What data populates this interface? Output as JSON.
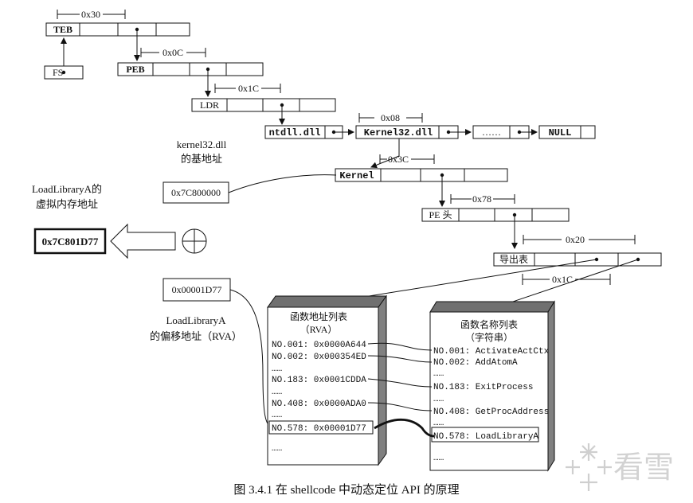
{
  "offsets": {
    "teb": "0x30",
    "peb": "0x0C",
    "ldr": "0x1C",
    "kernel_list": "0x08",
    "kernel_pe": "0x3C",
    "export": "0x78",
    "names_off": "0x20",
    "addr_off": "0x1C"
  },
  "boxes": {
    "teb": "TEB",
    "fs": "FS",
    "peb": "PEB",
    "ldr": "LDR",
    "ntdll": "ntdll.dll",
    "kernel32": "Kernel32.dll",
    "ellipsis": "……",
    "null": "NULL",
    "kernel": "Kernel",
    "pe_header": "PE 头",
    "export_table": "导出表"
  },
  "labels": {
    "kernel_base_l1": "kernel32.dll",
    "kernel_base_l2": "的基地址",
    "kernel_base_value": "0x7C800000",
    "la_va_l1": "LoadLibraryA的",
    "la_va_l2": "虚拟内存地址",
    "la_va_value": "0x7C801D77",
    "la_rva_value": "0x00001D77",
    "la_rva_l1": "LoadLibraryA",
    "la_rva_l2": "的偏移地址（RVA）"
  },
  "addr_table": {
    "title1": "函数地址列表",
    "title2": "（RVA）",
    "rows": [
      {
        "text": "NO.001: 0x0000A644"
      },
      {
        "text": "NO.002: 0x000354ED"
      },
      {
        "text": "……"
      },
      {
        "text": "NO.183: 0x0001CDDA"
      },
      {
        "text": "……"
      },
      {
        "text": "NO.408: 0x0000ADA0"
      },
      {
        "text": "……"
      },
      {
        "text": "NO.578: 0x00001D77"
      },
      {
        "text": "……"
      }
    ]
  },
  "name_table": {
    "title1": "函数名称列表",
    "title2": "（字符串）",
    "rows": [
      {
        "text": "NO.001: ActivateActCtx"
      },
      {
        "text": "NO.002: AddAtomA"
      },
      {
        "text": "……"
      },
      {
        "text": "NO.183: ExitProcess"
      },
      {
        "text": "……"
      },
      {
        "text": "NO.408: GetProcAddress"
      },
      {
        "text": "……"
      },
      {
        "text": "NO.578: LoadLibraryA"
      },
      {
        "text": "……"
      }
    ]
  },
  "caption": "图 3.4.1    在 shellcode 中动态定位 API 的原理",
  "watermark": "看雪"
}
